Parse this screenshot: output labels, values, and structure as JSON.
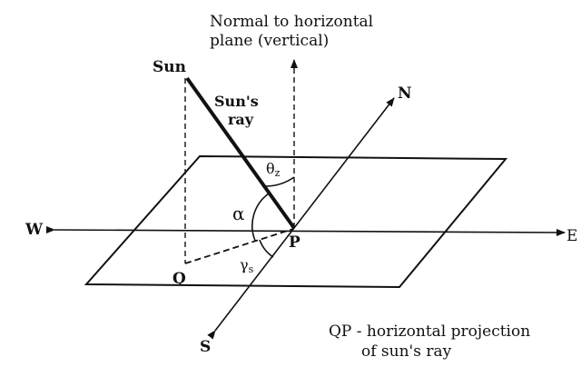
{
  "labels": {
    "normal_line1": "Normal to horizontal",
    "normal_line2": "plane (vertical)",
    "sun": "Sun",
    "suns_ray_line1": "Sun's",
    "suns_ray_line2": "ray",
    "north": "N",
    "south": "S",
    "east": "E",
    "west": "W",
    "point_p": "P",
    "point_q": "Q",
    "alpha": "α",
    "theta": "θ",
    "theta_sub": "z",
    "gamma": "γ",
    "gamma_sub": "s",
    "qp_line1": "QP - horizontal projection",
    "qp_line2": "of sun's ray"
  },
  "colors": {
    "ink": "#111111",
    "background": "#ffffff"
  }
}
